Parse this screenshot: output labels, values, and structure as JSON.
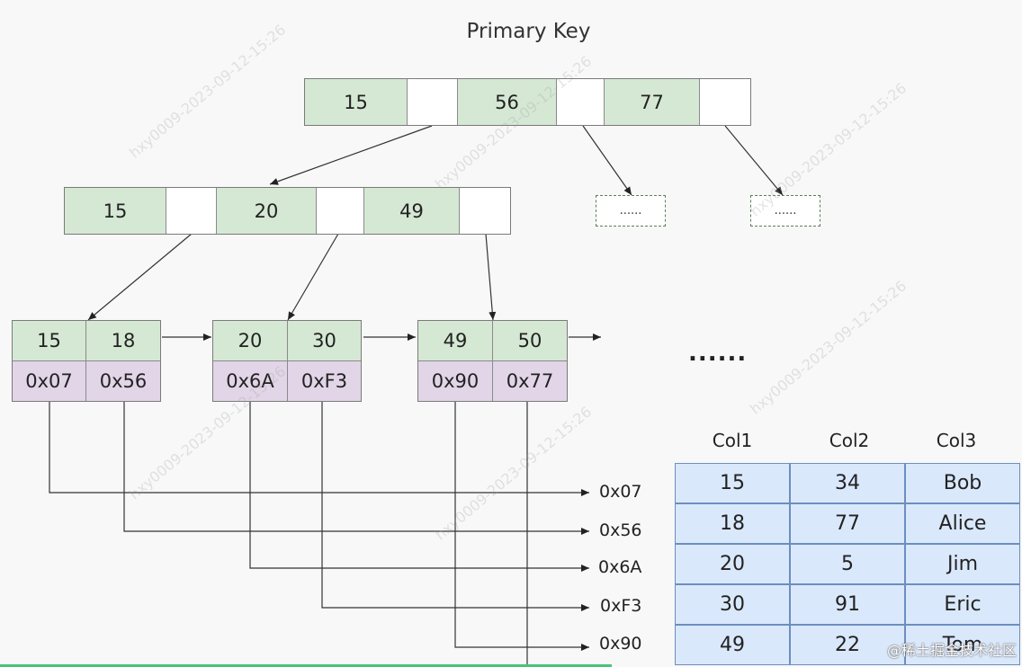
{
  "title": "Primary Key",
  "root": {
    "keys": [
      "15",
      "56",
      "77"
    ]
  },
  "internal": {
    "keys": [
      "15",
      "20",
      "49"
    ]
  },
  "placeholder": "......",
  "leaves": [
    {
      "keys": [
        "15",
        "18"
      ],
      "addrs": [
        "0x07",
        "0x56"
      ]
    },
    {
      "keys": [
        "20",
        "30"
      ],
      "addrs": [
        "0x6A",
        "0xF3"
      ]
    },
    {
      "keys": [
        "49",
        "50"
      ],
      "addrs": [
        "0x90",
        "0x77"
      ]
    }
  ],
  "more": "......",
  "address_labels": [
    "0x07",
    "0x56",
    "0x6A",
    "0xF3",
    "0x90"
  ],
  "table": {
    "headers": [
      "Col1",
      "Col2",
      "Col3"
    ],
    "rows": [
      [
        "15",
        "34",
        "Bob"
      ],
      [
        "18",
        "77",
        "Alice"
      ],
      [
        "20",
        "5",
        "Jim"
      ],
      [
        "30",
        "91",
        "Eric"
      ],
      [
        "49",
        "22",
        "Tom"
      ]
    ]
  },
  "watermark": "@稀土掘金技术社区",
  "diagonal_watermark": "hxy0009-2023-09-12-15:26"
}
